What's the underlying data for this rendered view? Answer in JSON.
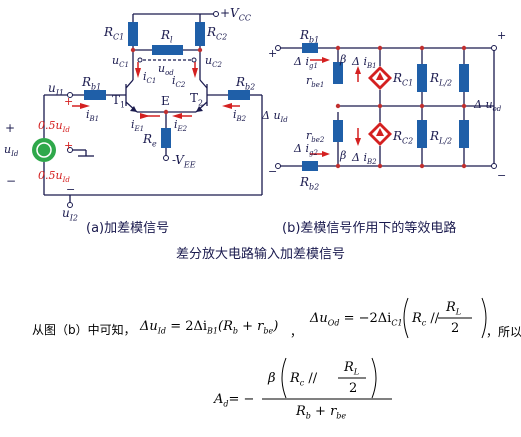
{
  "circuit_a": {
    "vcc": "+V",
    "vcc_sub": "CC",
    "vee": "-V",
    "vee_sub": "EE",
    "rc1": "R",
    "rc1_sub": "C1",
    "rc2": "R",
    "rc2_sub": "C2",
    "rl": "R",
    "rl_sub": "l",
    "rb1": "R",
    "rb1_sub": "b1",
    "rb2": "R",
    "rb2_sub": "b2",
    "re": "R",
    "re_sub": "e",
    "uc1": "u",
    "uc1_sub": "C1",
    "uc2": "u",
    "uc2_sub": "C2",
    "uod": "u",
    "uod_sub": "od",
    "ic1": "i",
    "ic1_sub": "C1",
    "ic2": "i",
    "ic2_sub": "C2",
    "ib1": "i",
    "ib1_sub": "B1",
    "ib2": "i",
    "ib2_sub": "B2",
    "ie1": "i",
    "ie1_sub": "E1",
    "ie2": "i",
    "ie2_sub": "E2",
    "t1": "T",
    "t1_sub": "1",
    "t2": "T",
    "t2_sub": "2",
    "e_node": "E",
    "ui1": "u",
    "ui1_sub": "I1",
    "ui2": "u",
    "ui2_sub": "I2",
    "uid": "u",
    "uid_sub": "Id",
    "half_uid_top": "0.5u",
    "half_uid_top_sub": "Id",
    "half_uid_bot": "0.5u",
    "half_uid_bot_sub": "Id",
    "plus": "+",
    "minus": "−",
    "caption": "(a)加差模信号"
  },
  "circuit_b": {
    "rb1": "R",
    "rb1_sub": "b1",
    "rb2": "R",
    "rb2_sub": "b2",
    "rbe1": "r",
    "rbe1_sub": "be1",
    "rbe2": "r",
    "rbe2_sub": "be2",
    "rc1": "R",
    "rc1_sub": "C1",
    "rc2": "R",
    "rc2_sub": "C2",
    "rl_top": "R",
    "rl_top_sub": "L/2",
    "rl_bot": "R",
    "rl_bot_sub": "L/2",
    "beta_top": "β",
    "beta_bot": "β",
    "dig1": "Δ i",
    "dig1_sub": "g1",
    "dig2": "Δ i",
    "dig2_sub": "g2",
    "dib1": "Δ i",
    "dib1_sub": "B1",
    "dib2": "Δ i",
    "dib2_sub": "B2",
    "duid": "Δ u",
    "duid_sub": "Id",
    "duod": "Δ u",
    "duod_sub": "od",
    "plus": "+",
    "minus": "−",
    "caption": "(b)差模信号作用下的等效电路"
  },
  "figure_title": "差分放大电路输入加差模信号",
  "derivation": {
    "intro": "从图（b）中可知，",
    "eq1_lhs": "Δu",
    "eq1_lhs_sub": "Id",
    "eq1_rhs": "= 2Δi",
    "eq1_rhs_sub": "B1",
    "eq1_paren": "(R",
    "eq1_paren_sub": "b",
    "eq1_plus": " + r",
    "eq1_plus_sub": "be",
    "eq1_close": ")",
    "comma": "，",
    "eq2_lhs": "Δu",
    "eq2_lhs_sub": "Od",
    "eq2_rhs": "= −2Δi",
    "eq2_rhs_sub": "C1",
    "eq2_rc": "R",
    "eq2_rc_sub": "c",
    "eq2_par": " // ",
    "eq2_num": "R",
    "eq2_num_sub": "L",
    "eq2_den": "2",
    "so": "，所以",
    "ad": "A",
    "ad_sub": "d",
    "ad_eq": "= −",
    "ad_beta": "β",
    "ad_rc": "R",
    "ad_rc_sub": "c",
    "ad_par": " // ",
    "ad_rl": "R",
    "ad_rl_sub": "L",
    "ad_two": "2",
    "ad_den_rb": "R",
    "ad_den_rb_sub": "b",
    "ad_den_plus": " + r",
    "ad_den_rbe_sub": "be"
  },
  "colors": {
    "wire": "#1a1a4e",
    "resistor": "#1f5fa8",
    "node": "#c03030",
    "source": "#2ea84a",
    "arrow": "#d42020"
  }
}
